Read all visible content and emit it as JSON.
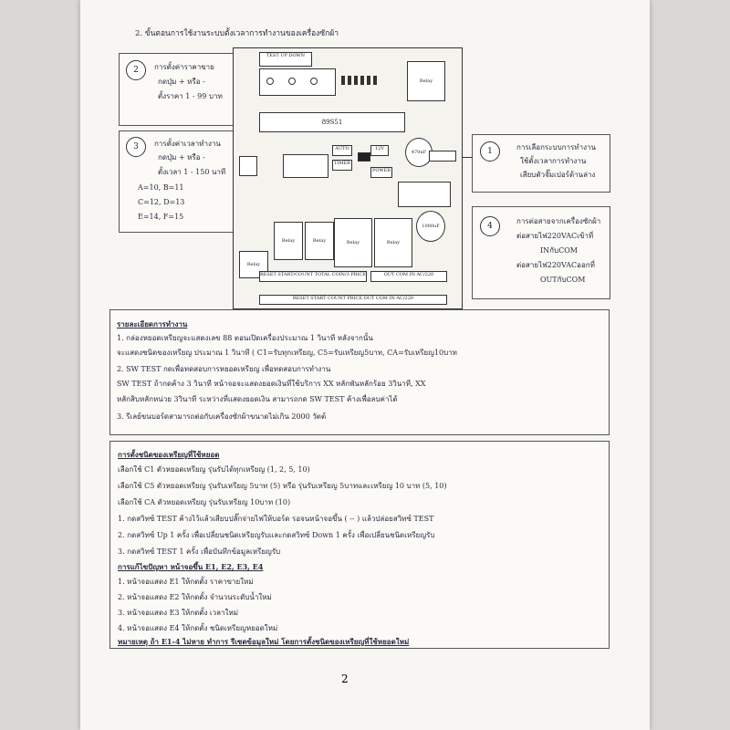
{
  "page": {
    "section_title": "2. ขั้นตอนการใช้งานระบบตั้งเวลาการทำงานของเครื่องซักผ้า",
    "page_number": "2"
  },
  "callouts": {
    "c2": {
      "num": "2",
      "lines": [
        "การตั้งค่าราคาขาย",
        "กดปุ่ม + หรือ -",
        "ตั้งราคา 1 - 99 บาท"
      ]
    },
    "c3": {
      "num": "3",
      "lines": [
        "การตั้งค่าเวลาทำงาน",
        "กดปุ่ม + หรือ -",
        "ตั้งเวลา 1 - 150 นาที",
        "A=10,  B=11",
        "C=12,  D=13",
        "E=14,  F=15"
      ]
    },
    "c1": {
      "num": "1",
      "lines": [
        "การเลือกระบบการทำงาน",
        "ใช้ตั้งเวลาการทำงาน",
        "เสียบตัวจั๊มเปอร์ด้านล่าง"
      ]
    },
    "c4": {
      "num": "4",
      "lines": [
        "การต่อสายจากเครื่องซักผ้า",
        "ต่อสายไฟ220VACเข้าที่",
        "INกับCOM",
        "ต่อสายไฟ220VACออกที่",
        "OUTกับCOM"
      ]
    }
  },
  "board": {
    "chip": "89S51",
    "relays": [
      "Relay",
      "Relay",
      "Relay",
      "Relay",
      "Relay",
      "Relay"
    ],
    "labels": {
      "top": "TEST  UP  DOWN",
      "auto": "AUTO",
      "timer": "TIMER",
      "v12": "12V",
      "cap": "1000uF 25V",
      "cap2": "470uF",
      "power": "POWER",
      "bottom_left": "RESET   START/COUNT  TOTAL  COIN/3 PRICE",
      "bottom_right": "OUT   COM   IN   AC/220",
      "bottom_row2": "RESET  START  COUNT  PRICE   OUT COM IN AC/220"
    }
  },
  "operation": {
    "heading": "รายละเอียดการทำงาน",
    "lines": [
      "1. กล่องหยอดเหรียญจะแสดงเลข 88 ตอนเปิดเครื่องประมาณ 1 วินาที  หลังจากนั้น",
      "    จะแสดงชนิดของเหรียญ ประมาณ 1 วินาที  ( C1=รับทุกเหรียญ, C5=รับเหรียญ5บาท, CA=รับเหรียญ10บาท",
      "2. SW TEST กดเพื่อทดสอบการหยอดเหรียญ เพื่อทดสอบการทำงาน",
      "    SW TEST ถ้ากดค้าง 3 วินาที  หน้าจอจะแสดงยอดเงินที่ใช้บริการ  XX หลักพันหลักร้อย 3วินาที, XX",
      "    หลักสิบหลักหน่วย 3วินาที ระหว่างที่แสดงยอดเงิน สามารถกด SW TEST ค้างเพื่อลบค่าได้",
      "3. รีเลย์ขนบอร์ดสามารถต่อกับเครื่องซักผ้าขนาดไม่เกิน 2000 วัตต์"
    ]
  },
  "coin_setup": {
    "heading": "การตั้งชนิดของเหรียญที่ใช้หยอด",
    "lines": [
      "เลือกใช้ C1 ตัวหยอดเหรียญ รุ่นรับได้ทุกเหรียญ (1, 2, 5, 10)",
      "เลือกใช้ C5 ตัวหยอดเหรียญ รุ่นรับเหรียญ 5บาท (5) หรือ รุ่นรับเหรียญ 5บาทและเหรียญ 10 บาท (5, 10)",
      "เลือกใช้ CA ตัวหยอดเหรียญ รุ่นรับเหรียญ 10บาท (10)",
      "1. กดสวิทซ์ TEST ค้างไว้แล้วเสียบปลั๊กจ่ายไฟให้บอร์ด รอจนหน้าจอขึ้น ( -- ) แล้วปล่อยสวิทซ์ TEST",
      "2. กดสวิทซ์ Up 1 ครั้ง เพื่อเปลี่ยนชนิดเหรียญรับและกดสวิทซ์ Down 1 ครั้ง เพื่อเปลี่ยนชนิดเหรียญรับ",
      "3. กดสวิทซ์ TEST 1 ครั้ง เพื่อบันทึกข้อมูลเหรียญรับ"
    ],
    "fix_heading": "การแก้ไขปัญหา  หน้าจอขึ้น E1, E2, E3, E4",
    "fix_lines": [
      "1. หน้าจอแสดง E1  ให้กดตั้ง ราคาขายใหม่",
      "2. หน้าจอแสดง E2  ให้กดตั้ง จำนวนระดับน้ำใหม่",
      "3. หน้าจอแสดง E3  ให้กดตั้ง เวลาใหม่",
      "4. หน้าจอแสดง E4  ให้กดตั้ง ชนิดเหรียญหยอดใหม่"
    ],
    "note": "หมายเหตุ ถ้า E1-4 ไม่หาย ทำการ รีเซตข้อมูลใหม่ โดยการตั้งชนิดของเหรียญที่ใช้หยอดใหม่"
  }
}
